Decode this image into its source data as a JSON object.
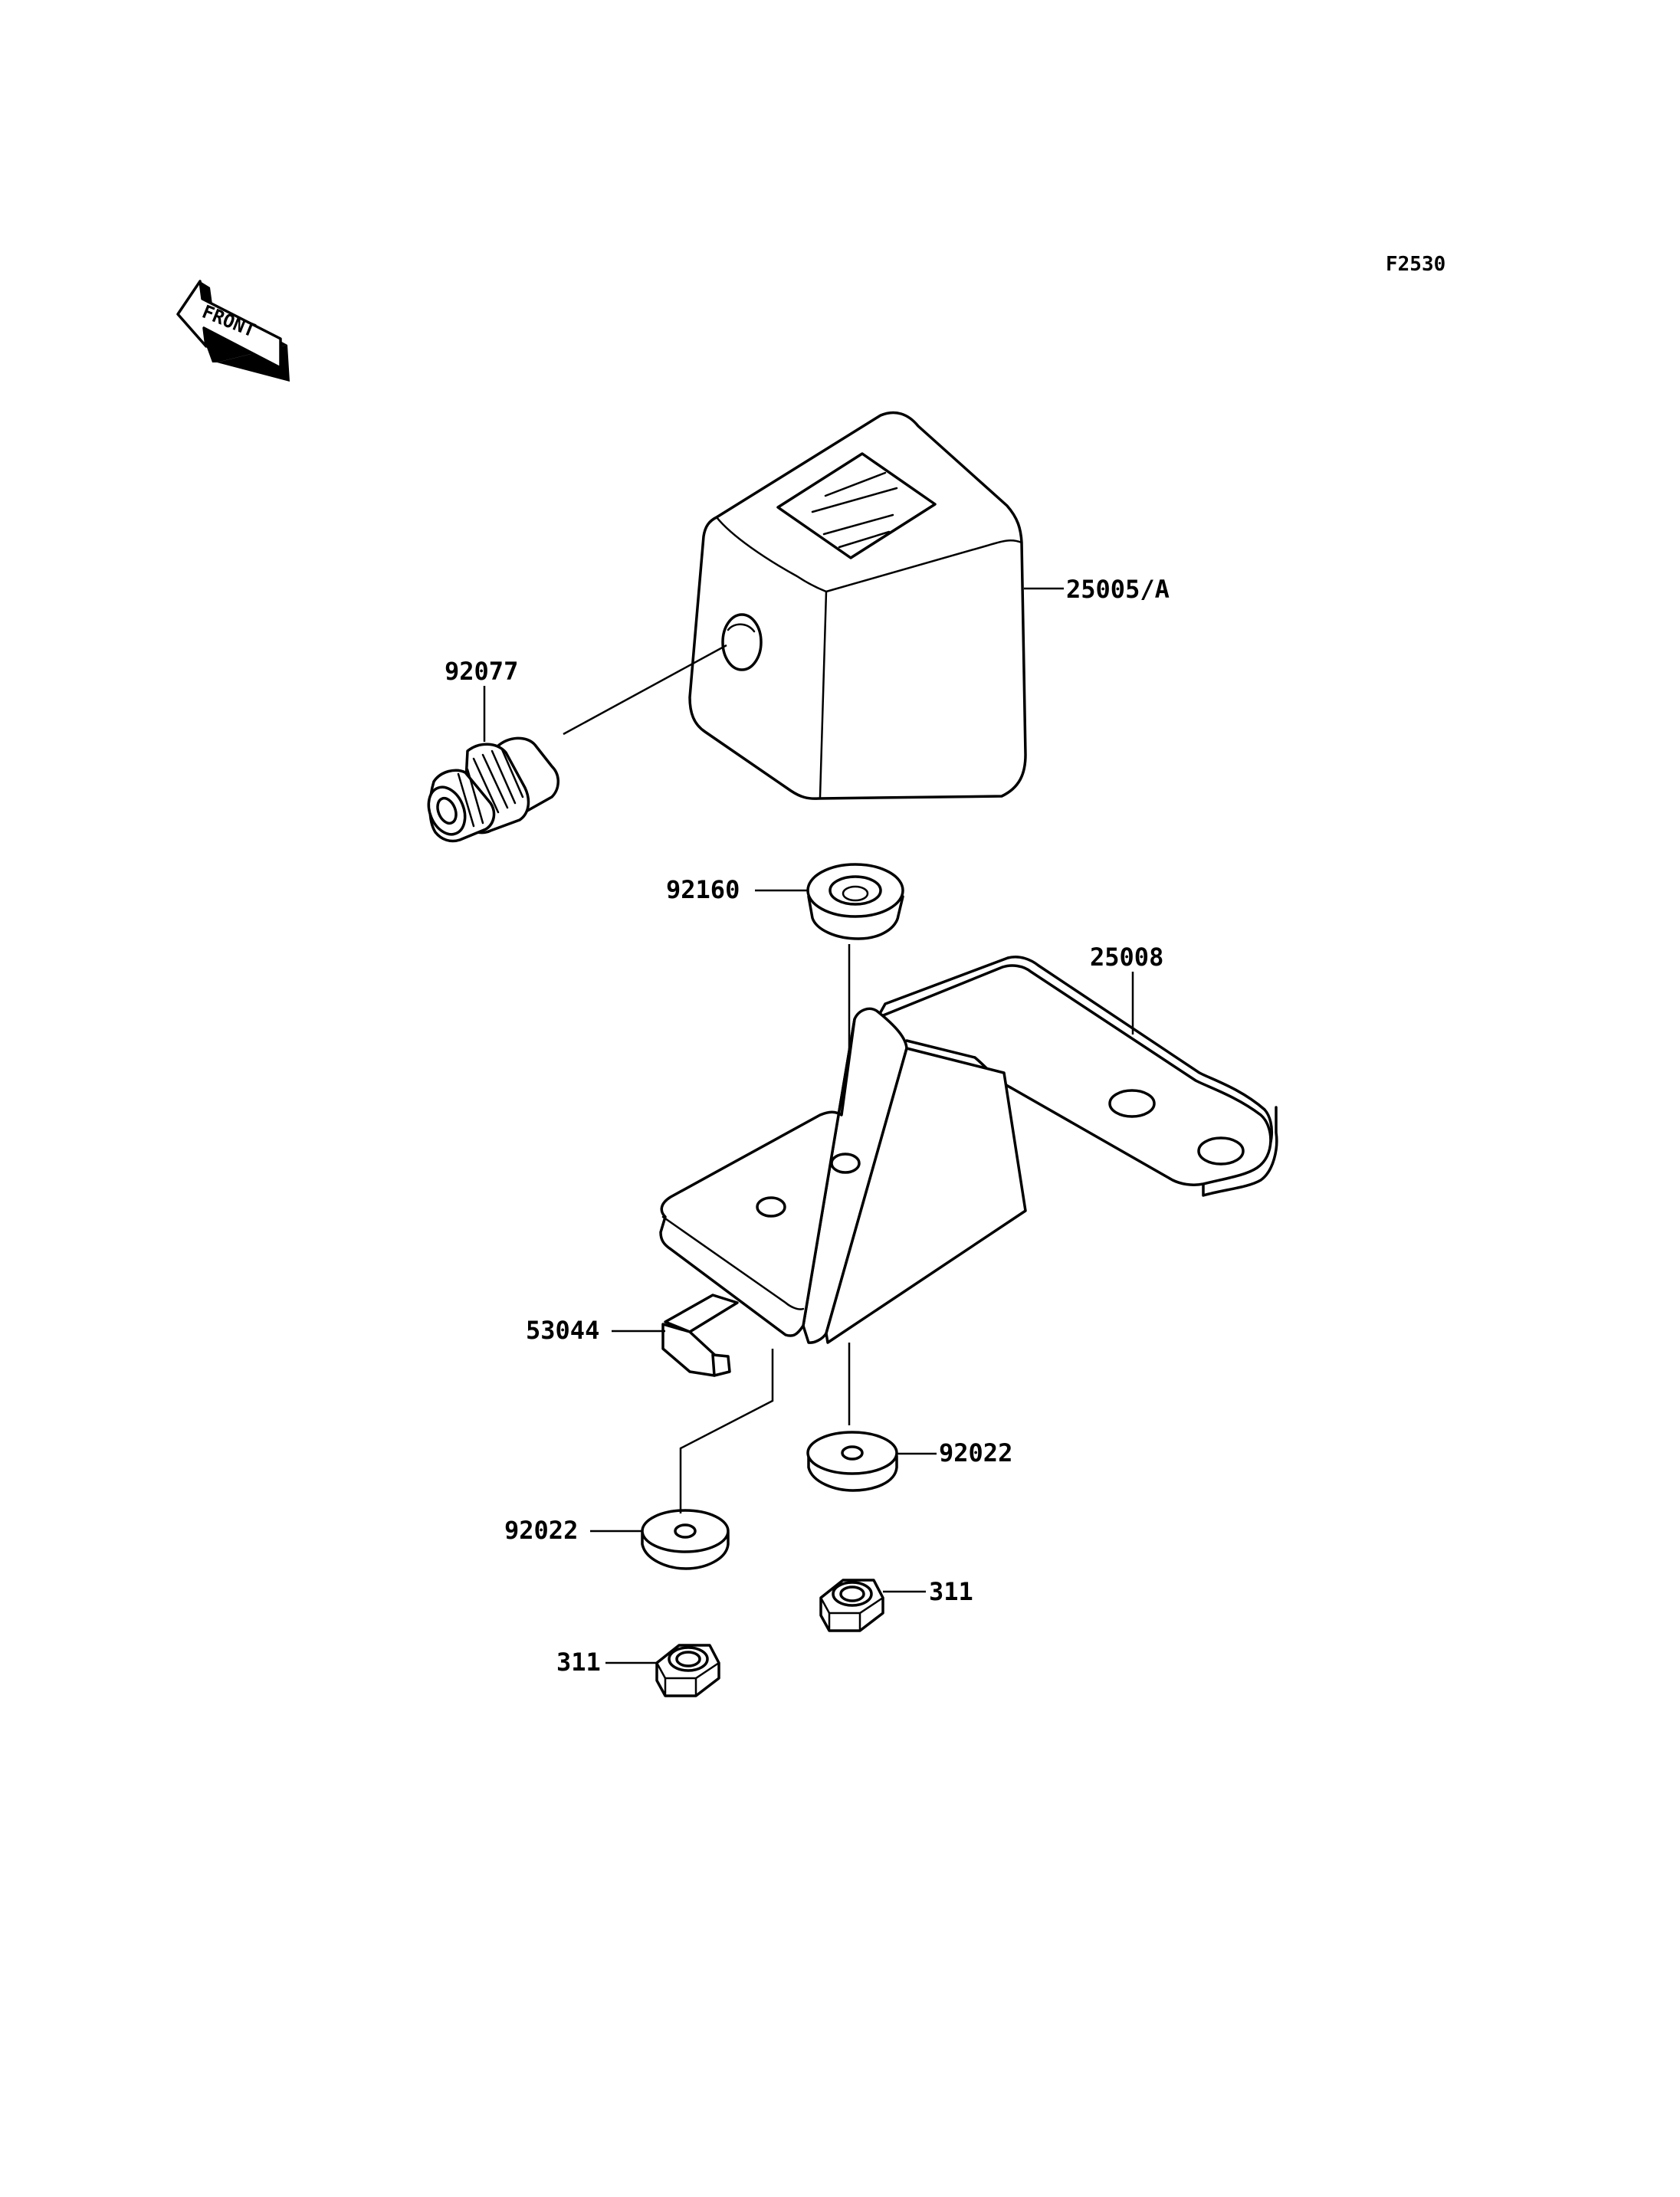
{
  "figure_code": "F2530",
  "front_arrow_text": "FRONT",
  "parts": [
    {
      "id": "p1",
      "number": "25005/A"
    },
    {
      "id": "p2",
      "number": "92077"
    },
    {
      "id": "p3",
      "number": "92160"
    },
    {
      "id": "p4",
      "number": "25008"
    },
    {
      "id": "p5",
      "number": "53044"
    },
    {
      "id": "p6",
      "number": "92022"
    },
    {
      "id": "p7",
      "number": "92022"
    },
    {
      "id": "p8",
      "number": "311"
    },
    {
      "id": "p9",
      "number": "311"
    }
  ]
}
